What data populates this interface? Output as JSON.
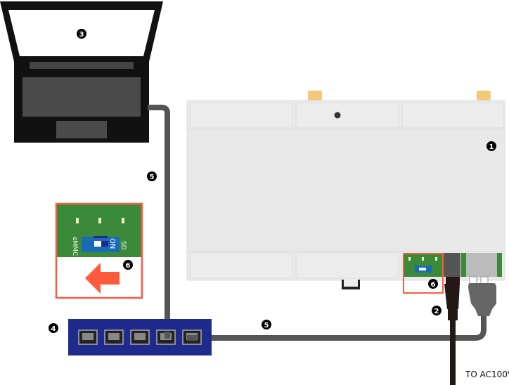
{
  "callouts": {
    "device": "1",
    "power_adapter": "2",
    "pc": "3",
    "hub": "4",
    "lan_cable_pc": "5",
    "lan_cable_device": "5",
    "boot_switch_detail": "6",
    "boot_switch_device": "6"
  },
  "switch_detail": {
    "left_label": "eMMC",
    "on_label": "ON",
    "right_label": "SD"
  },
  "power_label": "TO AC100V",
  "colors": {
    "highlight": "#ff5a3c",
    "pcb": "#3a8a3a",
    "switch": "#1a6ab8",
    "hub": "#1e2a8c",
    "cable": "#555555",
    "power_cable": "#231815"
  }
}
